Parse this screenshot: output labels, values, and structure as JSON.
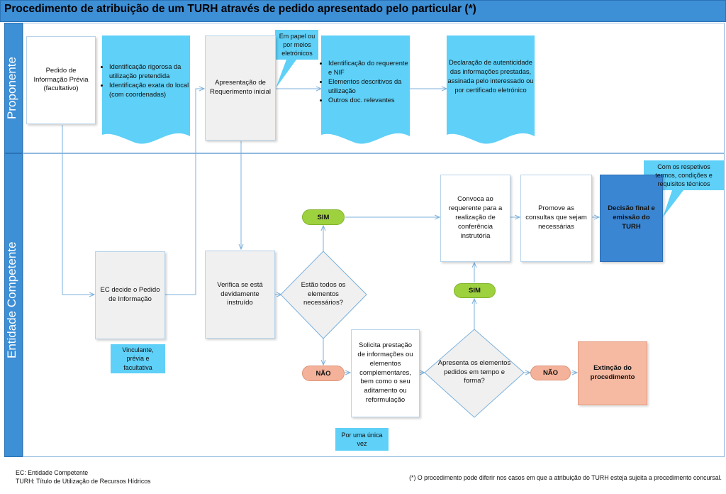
{
  "title": "Procedimento de atribuição de um TURH através de pedido apresentado pelo particular (*)",
  "lanes": {
    "proponente": "Proponente",
    "entidade": "Entidade Competente"
  },
  "proponente": {
    "pedido_info": "Pedido de Informação Prévia (facultativo)",
    "doc1": [
      "Identificação rigorosa da utilização pretendida",
      "Identificação exata do local (com coordenadas)"
    ],
    "requerimento": "Apresentação de Requerimento inicial",
    "callout_papel": "Em papel ou por meios eletrónicos",
    "doc2": [
      "Identificação do requerente e NIF",
      "Elementos descritivos da utilização",
      "Outros doc. relevantes"
    ],
    "doc3": "Declaração de autenticidade das informações prestadas, assinada pelo interessado ou por certificado eletrónico"
  },
  "entidade": {
    "ec_decide": "EC decide o Pedido de Informação",
    "note_vinculante": "Vinculante, prévia e facultativa",
    "verifica": "Verifica se está devidamente instruído",
    "diamond1": "Estão todos os elementos necessários?",
    "sim1": "SIM",
    "nao1": "NÃO",
    "convoca": "Convoca ao requerente para a realização de conferência instrutória",
    "promove": "Promove as consultas que sejam necessárias",
    "decisao": "Decisão final e emissão do TURH",
    "callout_termos": "Com os respetivos termos, condições e requisitos técnicos",
    "solicita": "Solicita prestação de informações ou elementos complementares, bem como o seu aditamento ou reformulação",
    "note_unica": "Por uma única vez",
    "diamond2": "Apresenta os elementos pedidos em tempo e forma?",
    "sim2": "SIM",
    "nao2": "NÃO",
    "extincao": "Extinção do procedimento"
  },
  "footer": {
    "ec": "EC: Entidade Competente",
    "turh": "TURH: Título de Utilização de Recursos Hídricos",
    "note": "(*) O procedimento pode diferir nos casos em que a atribuição do TURH esteja sujeita a procedimento concursal."
  },
  "colors": {
    "lane_blue": "#3d8fd6",
    "doc_cyan": "#5fd0f7",
    "pill_green": "#9ed13e",
    "pill_pink": "#f4b29a",
    "decision_blue": "#3b86d3",
    "salmon": "#f6b9a2"
  }
}
